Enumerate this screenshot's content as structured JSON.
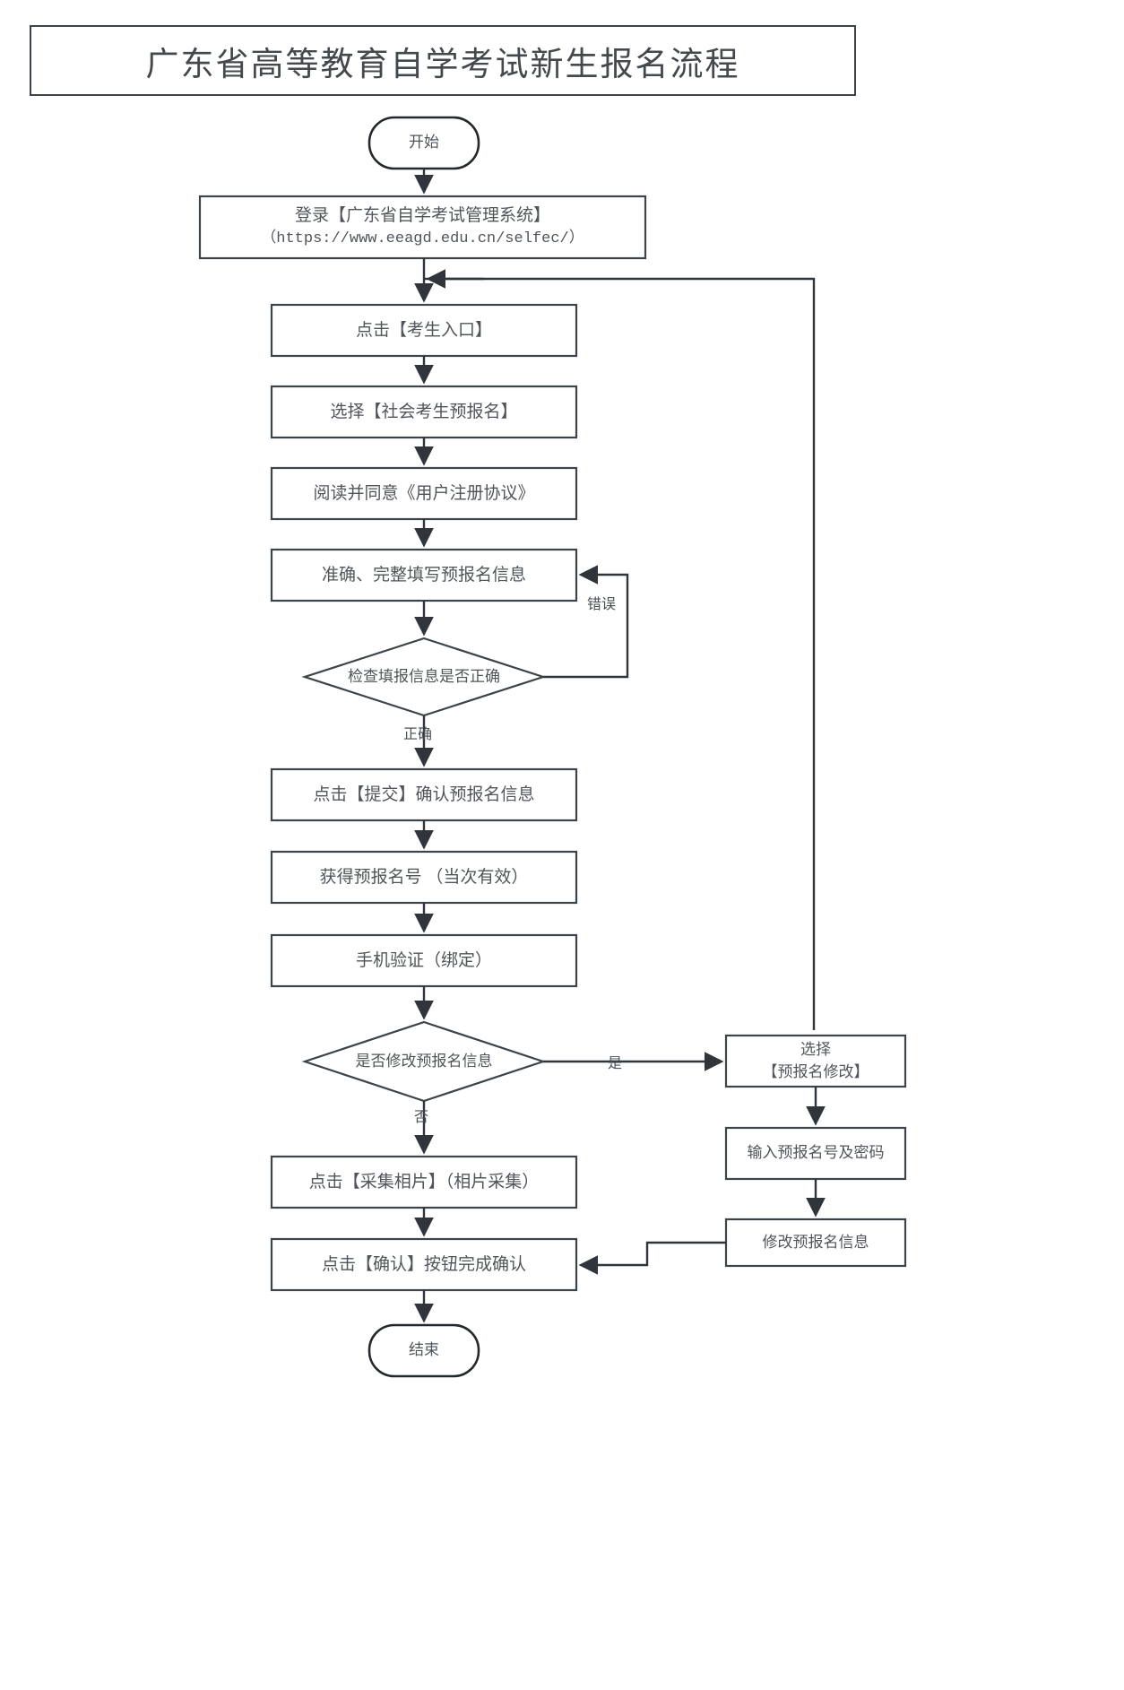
{
  "document": {
    "title": "广东省高等教育自学考试新生报名流程",
    "type": "flowchart"
  },
  "chart_data": {
    "type": "diagram",
    "title": "广东省高等教育自学考试新生报名流程",
    "nodes": [
      {
        "id": "start",
        "shape": "terminator",
        "label": "开始"
      },
      {
        "id": "login",
        "shape": "process",
        "label": "登录【广东省自学考试管理系统】",
        "sublabel": "（https://www.eeagd.edu.cn/selfec/）"
      },
      {
        "id": "entry",
        "shape": "process",
        "label": "点击【考生入口】"
      },
      {
        "id": "select_pre",
        "shape": "process",
        "label": "选择【社会考生预报名】"
      },
      {
        "id": "agreement",
        "shape": "process",
        "label": "阅读并同意《用户注册协议》"
      },
      {
        "id": "fill_info",
        "shape": "process",
        "label": "准确、完整填写预报名信息"
      },
      {
        "id": "check_info",
        "shape": "decision",
        "label": "检查填报信息是否正确"
      },
      {
        "id": "submit",
        "shape": "process",
        "label": "点击【提交】确认预报名信息"
      },
      {
        "id": "get_number",
        "shape": "process",
        "label": "获得预报名号 （当次有效）"
      },
      {
        "id": "phone_verify",
        "shape": "process",
        "label": "手机验证（绑定）"
      },
      {
        "id": "modify_q",
        "shape": "decision",
        "label": "是否修改预报名信息"
      },
      {
        "id": "choose_modify",
        "shape": "process",
        "label": "选择\n【预报名修改】"
      },
      {
        "id": "input_pwd",
        "shape": "process",
        "label": "输入预报名号及密码"
      },
      {
        "id": "do_modify",
        "shape": "process",
        "label": "修改预报名信息"
      },
      {
        "id": "photo",
        "shape": "process",
        "label": "点击【采集相片】（相片采集）"
      },
      {
        "id": "confirm",
        "shape": "process",
        "label": "点击【确认】按钮完成确认"
      },
      {
        "id": "end",
        "shape": "terminator",
        "label": "结束"
      }
    ],
    "edge_labels": [
      {
        "id": "err",
        "label": "错误",
        "from": "check_info",
        "to": "fill_info"
      },
      {
        "id": "ok",
        "label": "正确",
        "from": "check_info",
        "to": "submit"
      },
      {
        "id": "yes",
        "label": "是",
        "from": "modify_q",
        "to": "choose_modify"
      },
      {
        "id": "no",
        "label": "否",
        "from": "modify_q",
        "to": "photo"
      }
    ],
    "colors": {
      "stroke": "#3c4349",
      "text": "#50555b",
      "background": "#ffffff"
    }
  }
}
